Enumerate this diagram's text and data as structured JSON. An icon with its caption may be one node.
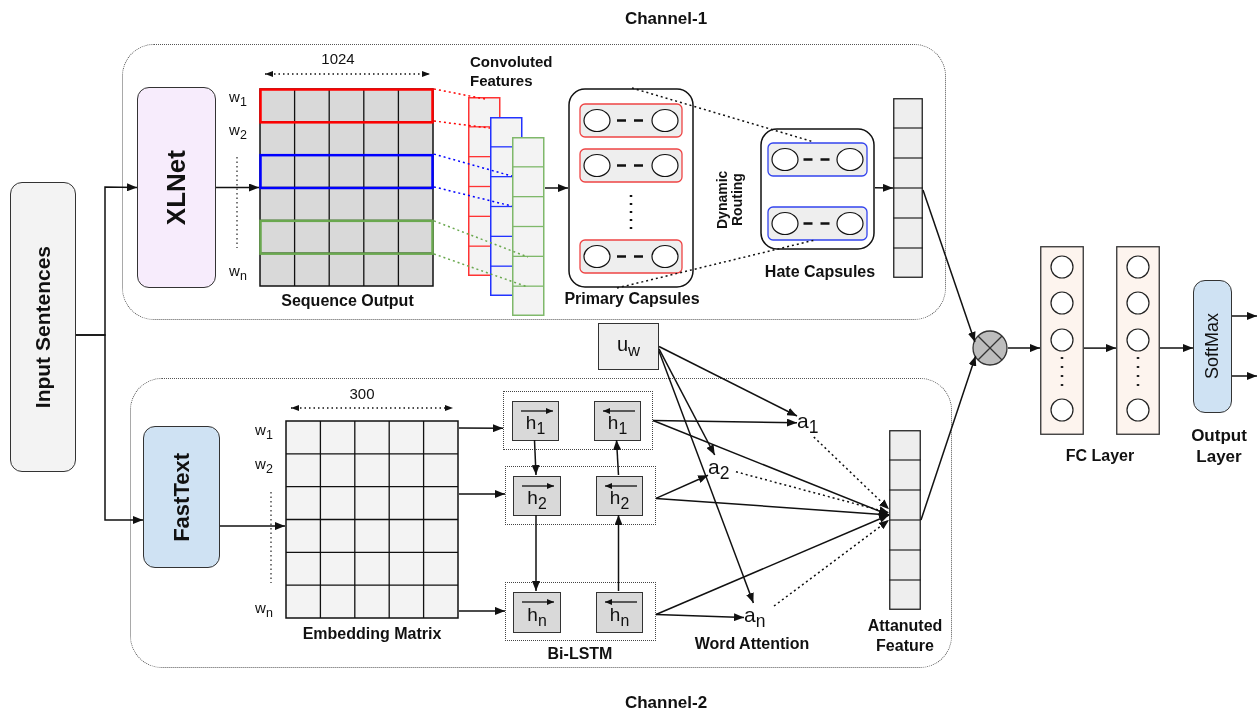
{
  "diagram": {
    "nodes": [
      {
        "text": [
          "Input Sentences"
        ]
      },
      {
        "text": [
          "Channel-1"
        ]
      },
      {
        "text": [
          "XLNet"
        ],
        "in": 1
      },
      {
        "text": [
          "Sequence Output"
        ],
        "in": 1
      },
      {
        "text": [
          "Convoluted Features"
        ],
        "in": 1
      },
      {
        "text": [
          "Primary Capsules"
        ],
        "in": 1
      },
      {
        "text": [
          "Hate Capsules"
        ],
        "in": 1
      },
      {
        "text": [],
        "shape": "bar",
        "in": 1
      },
      {
        "text": [
          "Channel-2"
        ]
      },
      {
        "text": [
          "FastText"
        ],
        "in": 8
      },
      {
        "text": [
          "Embedding Matrix"
        ],
        "in": 8
      },
      {
        "text": [],
        "shape": "box",
        "in": 8
      },
      {
        "text": [
          "h$_{1}$"
        ],
        "in": 11
      },
      {
        "text": [
          "h$_{1}$"
        ],
        "in": 11
      },
      {
        "text": [],
        "shape": "box",
        "in": 8
      },
      {
        "text": [
          "h$_{2}$"
        ],
        "in": 14
      },
      {
        "text": [
          "h$_{2}$"
        ],
        "in": 14
      },
      {
        "text": [],
        "shape": "box",
        "in": 8
      },
      {
        "text": [
          "h$_{n}$"
        ],
        "in": 17
      },
      {
        "text": [
          "h$_{n}$"
        ],
        "in": 17
      },
      {
        "text": [
          "u$_{w}$"
        ]
      },
      {
        "text": [
          "a$_{1}$"
        ],
        "in": 8
      },
      {
        "text": [
          "a$_{2}$"
        ],
        "in": 8
      },
      {
        "text": [
          "a$_{n}$"
        ],
        "in": 8
      },
      {
        "text": [
          "Attanuted Feature"
        ],
        "in": 8
      },
      {
        "text": [],
        "shape": "circle"
      },
      {
        "text": [],
        "shape": "bar"
      },
      {
        "text": [],
        "shape": "bar"
      },
      {
        "text": [
          "SoftMax"
        ],
        "beside": [
          "Output Layer"
        ]
      }
    ],
    "edges": [
      {
        "from": 0,
        "to": 2,
        "arrow": "to"
      },
      {
        "from": 0,
        "to": 9,
        "arrow": "to"
      },
      {
        "from": 2,
        "to": 3,
        "arrow": "to"
      },
      {
        "from": 3,
        "to": 4,
        "arrow": "none",
        "style": "dashed",
        "color": "#ff0000"
      },
      {
        "from": 3,
        "to": 4,
        "arrow": "none",
        "style": "dashed",
        "color": "#ff0000"
      },
      {
        "from": 3,
        "to": 4,
        "arrow": "none",
        "style": "dashed",
        "color": "#0000ff"
      },
      {
        "from": 3,
        "to": 4,
        "arrow": "none",
        "style": "dashed",
        "color": "#0000ff"
      },
      {
        "from": 3,
        "to": 4,
        "arrow": "none",
        "style": "dashed",
        "color": "#6aa84f"
      },
      {
        "from": 3,
        "to": 4,
        "arrow": "none",
        "style": "dashed",
        "color": "#6aa84f"
      },
      {
        "from": 4,
        "to": 5,
        "arrow": "to"
      },
      {
        "from": 5,
        "to": 6,
        "arrow": "none",
        "style": "dashed"
      },
      {
        "from": 5,
        "to": 6,
        "arrow": "none",
        "style": "dashed"
      },
      {
        "from": 6,
        "to": 7,
        "arrow": "to"
      },
      {
        "from": 7,
        "to": 25,
        "arrow": "to"
      },
      {
        "from": 9,
        "to": 10,
        "arrow": "to"
      },
      {
        "from": 10,
        "to": 11,
        "arrow": "to"
      },
      {
        "from": 10,
        "to": 14,
        "arrow": "to"
      },
      {
        "from": 10,
        "to": 17,
        "arrow": "to"
      },
      {
        "from": 12,
        "to": 15,
        "arrow": "to"
      },
      {
        "from": 15,
        "to": 18,
        "arrow": "to"
      },
      {
        "from": 19,
        "to": 16,
        "arrow": "to"
      },
      {
        "from": 16,
        "to": 13,
        "arrow": "to"
      },
      {
        "from": 20,
        "to": 21,
        "arrow": "to"
      },
      {
        "from": 20,
        "to": 22,
        "arrow": "to"
      },
      {
        "from": 20,
        "to": 23,
        "arrow": "to"
      },
      {
        "from": 11,
        "to": 21,
        "arrow": "to"
      },
      {
        "from": 11,
        "to": 24,
        "arrow": "to"
      },
      {
        "from": 14,
        "to": 22,
        "arrow": "to"
      },
      {
        "from": 14,
        "to": 24,
        "arrow": "to"
      },
      {
        "from": 17,
        "to": 23,
        "arrow": "to"
      },
      {
        "from": 17,
        "to": 24,
        "arrow": "to"
      },
      {
        "from": 21,
        "to": 24,
        "arrow": "to",
        "style": "dashed"
      },
      {
        "from": 22,
        "to": 24,
        "arrow": "to",
        "style": "dashed"
      },
      {
        "from": 23,
        "to": 24,
        "arrow": "to",
        "style": "dashed"
      },
      {
        "from": 24,
        "to": 25,
        "arrow": "to"
      },
      {
        "from": 25,
        "to": 26,
        "arrow": "to"
      },
      {
        "from": 26,
        "to": 27,
        "arrow": "to"
      },
      {
        "from": 27,
        "to": 28,
        "arrow": "to"
      },
      {
        "from": 28,
        "to": null,
        "arrow": "to"
      },
      {
        "from": 28,
        "to": null,
        "arrow": "to"
      }
    ],
    "labels": [
      "1024",
      "w$_{1}$",
      "w$_{2}$",
      "w$_{n}$",
      "Dynamic Routing",
      "300",
      "w$_{1}$",
      "w$_{2}$",
      "w$_{n}$",
      "Bi-LSTM",
      "Word Attention",
      "FC Layer"
    ]
  }
}
